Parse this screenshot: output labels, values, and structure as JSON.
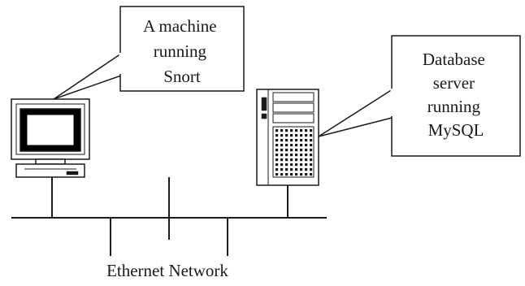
{
  "callouts": {
    "snort": {
      "lines": [
        "A machine",
        "running",
        "Snort"
      ]
    },
    "mysql": {
      "lines": [
        "Database",
        "server",
        "running",
        "MySQL"
      ]
    }
  },
  "network": {
    "label": "Ethernet Network"
  },
  "icons": {
    "workstation": "desktop-computer-icon",
    "server": "tower-server-icon"
  },
  "colors": {
    "line": "#1a1a1a",
    "screen": "#000000",
    "background": "#ffffff"
  }
}
